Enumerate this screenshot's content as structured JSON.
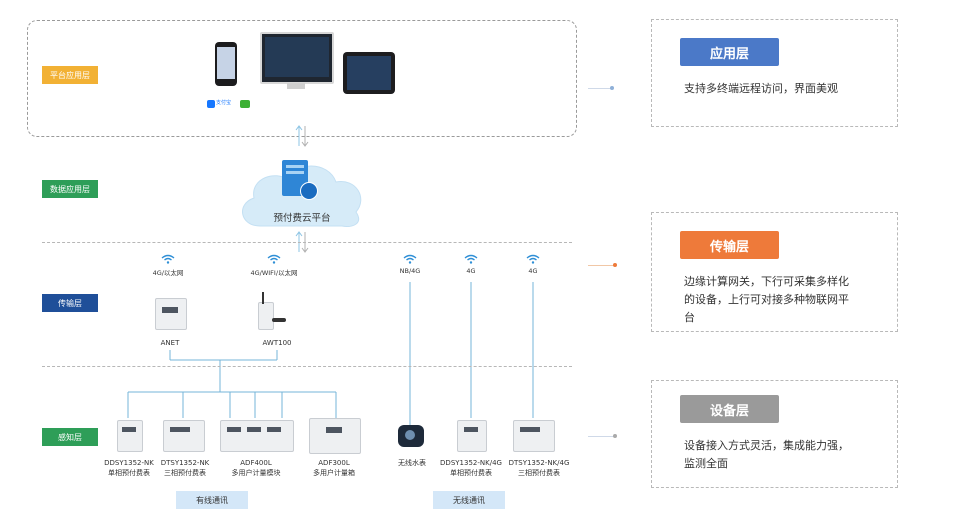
{
  "layers": {
    "platform": "平台应用层",
    "data": "数据应用层",
    "transport": "传输层",
    "sensing": "感知层"
  },
  "cloud_label": "预付费云平台",
  "payment": {
    "alipay": "支付宝"
  },
  "gateways": {
    "anet": {
      "signal": "4G/以太网",
      "name": "ANET"
    },
    "awt": {
      "signal": "4G/WIFI/以太网",
      "name": "AWT100"
    }
  },
  "wireless_signals": [
    "NB/4G",
    "4G",
    "4G"
  ],
  "devices": [
    {
      "model": "DDSY1352-NK",
      "desc": "单相预付费表"
    },
    {
      "model": "DTSY1352-NK",
      "desc": "三相预付费表"
    },
    {
      "model": "ADF400L",
      "desc": "多用户计量模块"
    },
    {
      "model": "ADF300L",
      "desc": "多用户计量箱"
    },
    {
      "model": "",
      "desc": "无线水表"
    },
    {
      "model": "DDSY1352-NK/4G",
      "desc": "单相预付费表"
    },
    {
      "model": "DTSY1352-NK/4G",
      "desc": "三相预付费表"
    }
  ],
  "modes": {
    "wired": "有线通讯",
    "wireless": "无线通讯"
  },
  "panels": [
    {
      "title": "应用层",
      "color": "#4b79c8",
      "lines": [
        "支持多终端远程访问，界面美观"
      ]
    },
    {
      "title": "传输层",
      "color": "#ee7a3a",
      "lines": [
        "边缘计算网关，下行可采集多样化",
        "的设备，上行可对接多种物联网平",
        "台"
      ]
    },
    {
      "title": "设备层",
      "color": "#9a9a9a",
      "lines": [
        "设备接入方式灵活，集成能力强，",
        "监测全面"
      ]
    }
  ],
  "colors": {
    "layer_tag": "#2e9e58",
    "transport_tag": "#1f4f99",
    "line": "#74b4d8"
  }
}
